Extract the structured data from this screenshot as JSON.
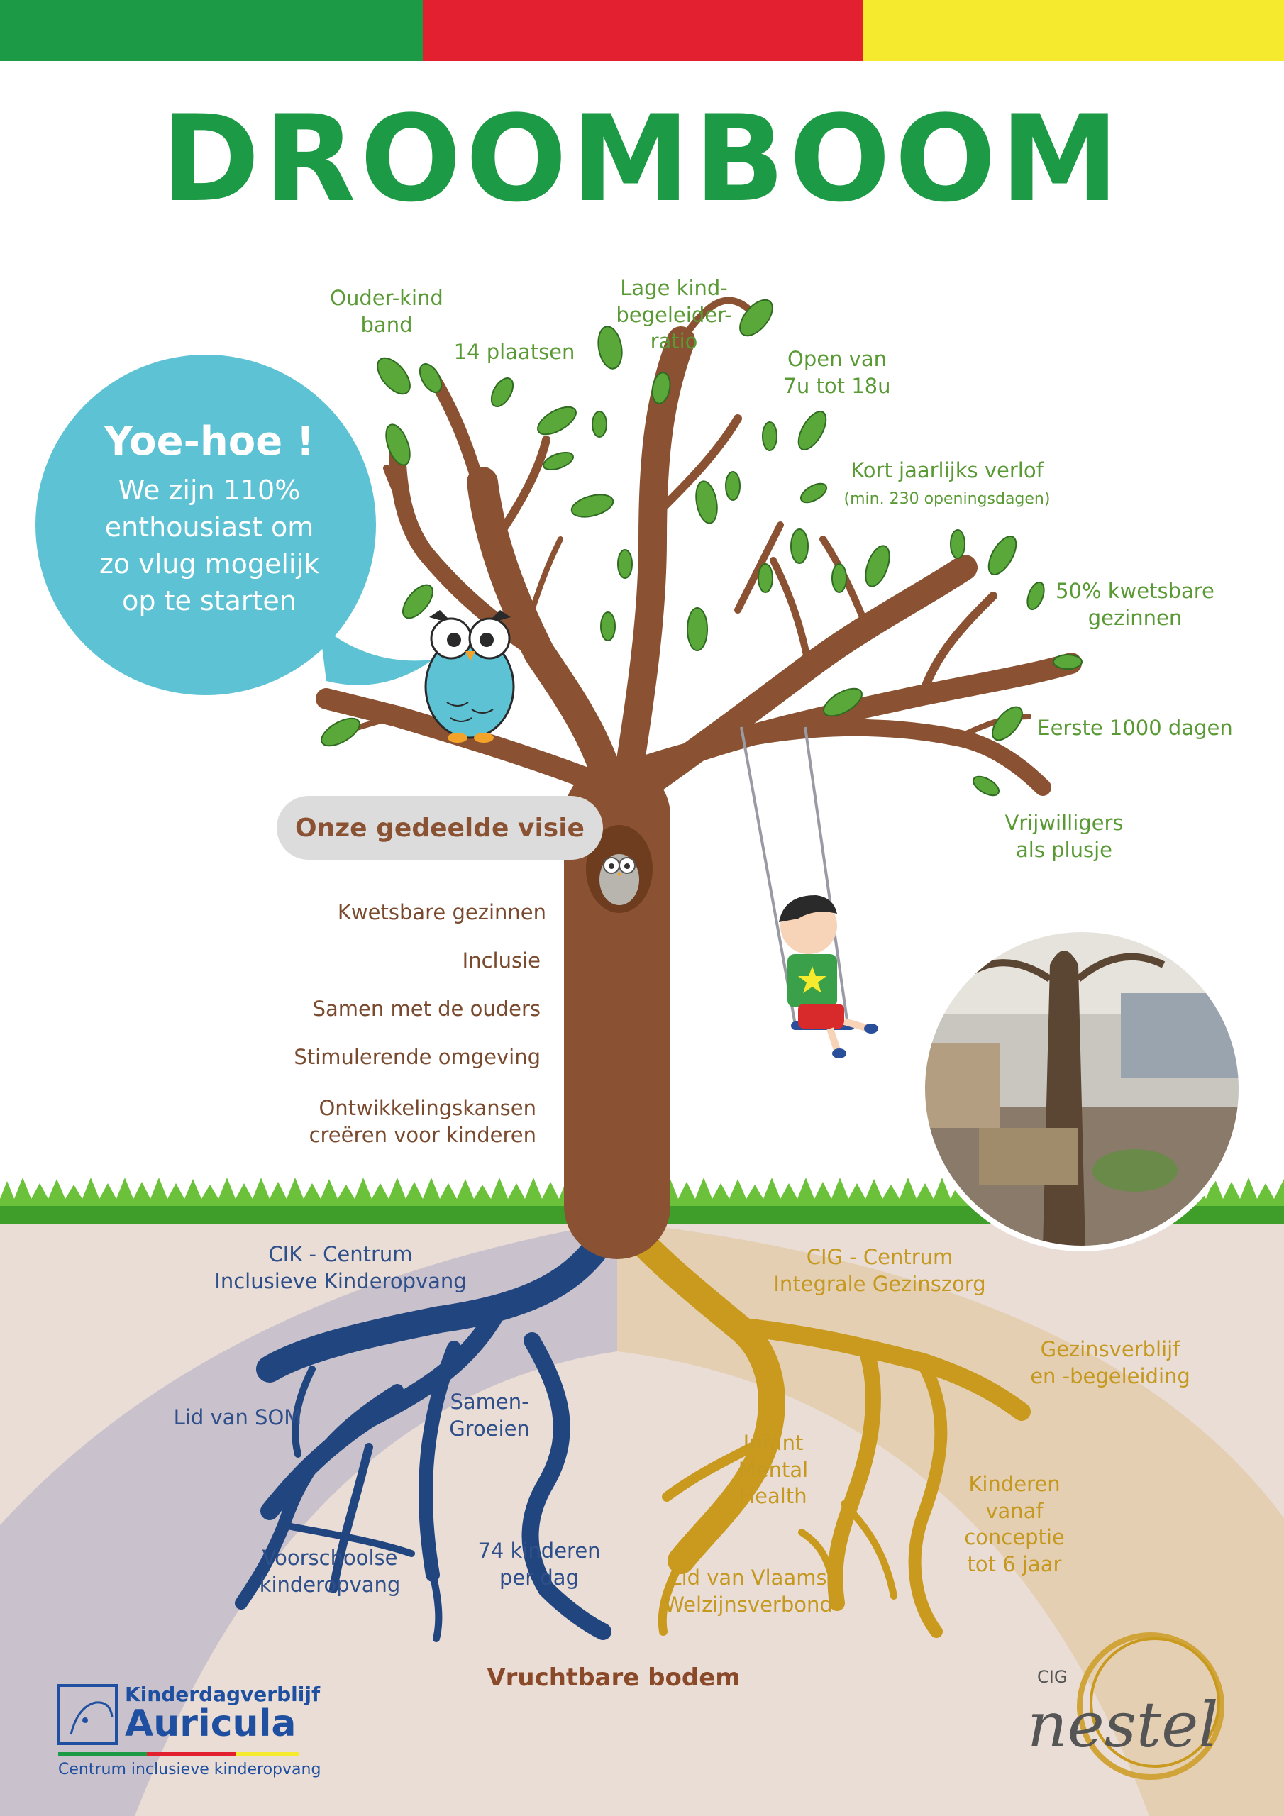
{
  "colors": {
    "stripe_green": "#1d9a45",
    "stripe_red": "#e3202f",
    "stripe_yellow": "#f6ea2e",
    "title_green": "#1d9a45",
    "leaf_green": "#5aa83a",
    "trunk_brown": "#8a5232",
    "bubble_blue": "#5cc2d4",
    "root_blue": "#21467f",
    "root_gold": "#c99a1e",
    "soil": "#e9ddd6"
  },
  "title": "DROOMBOOM",
  "bubble": {
    "heading": "Yoe-hoe !",
    "body_lines": [
      "We zijn 110%",
      "enthousiast om",
      "zo vlug mogelijk",
      "op te starten"
    ]
  },
  "branch_labels": {
    "ouder_kind": [
      "Ouder-kind",
      "band"
    ],
    "plaatsen": "14 plaatsen",
    "ratio": [
      "Lage kind-",
      "begeleider-",
      "ratio"
    ],
    "open": [
      "Open van",
      "7u tot 18u"
    ],
    "verlof": "Kort jaarlijks verlof",
    "verlof_sub": "(min. 230 openingsdagen)",
    "kwetsbare": [
      "50% kwetsbare",
      "gezinnen"
    ],
    "eerste": "Eerste 1000 dagen",
    "vrijwilligers": [
      "Vrijwilligers",
      "als plusje"
    ]
  },
  "vision": {
    "title": "Onze gedeelde visie",
    "items": [
      "Kwetsbare gezinnen",
      "Inclusie",
      "Samen met de ouders",
      "Stimulerende omgeving"
    ],
    "last_item": [
      "Ontwikkelingskansen",
      "creëren voor kinderen"
    ]
  },
  "roots_blue": {
    "cik": [
      "CIK - Centrum",
      "Inclusieve Kinderopvang"
    ],
    "som": "Lid van SOM",
    "samen": [
      "Samen-",
      "Groeien"
    ],
    "voorschoolse": [
      "Voorschoolse",
      "kinderopvang"
    ],
    "kinderen": [
      "74 kinderen",
      "per dag"
    ]
  },
  "roots_gold": {
    "cig": [
      "CIG - Centrum",
      "Integrale Gezinszorg"
    ],
    "gezin": [
      "Gezinsverblijf",
      "en -begeleiding"
    ],
    "infant": [
      "Infant",
      "Mental",
      "Health"
    ],
    "kinderen": [
      "Kinderen",
      "vanaf",
      "conceptie",
      "tot 6 jaar"
    ],
    "vlaams": [
      "Lid van Vlaams",
      "Welzijnsverbond"
    ]
  },
  "soil_title": "Vruchtbare bodem",
  "logo_left": {
    "line1": "Kinderdagverblijf",
    "line2": "Auricula",
    "line3": "Centrum inclusieve kinderopvang"
  },
  "logo_right": {
    "small": "CIG",
    "big": "nestel"
  },
  "icons": [
    "owl-icon",
    "small-owl-icon",
    "swing-child-illustration",
    "photo-interior-tree",
    "leaf-icon",
    "grass"
  ]
}
